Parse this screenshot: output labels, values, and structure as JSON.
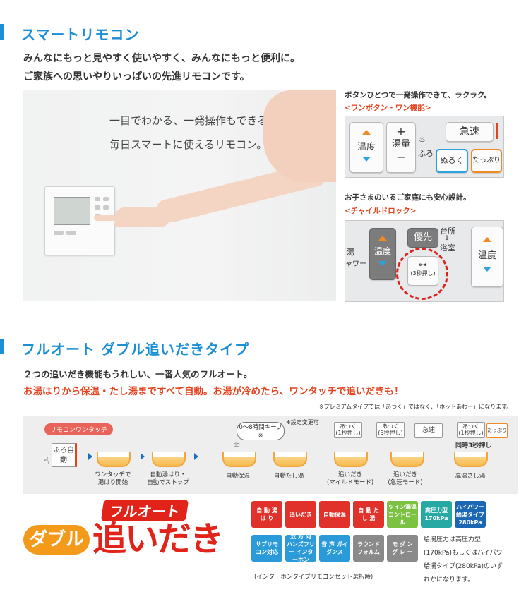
{
  "section1": {
    "title": "スマートリモコン",
    "lead_line1": "みんなにもっと見やすく使いやすく、みんなにもっと便利に。",
    "lead_line2": "ご家族への思いやりいっぱいの先進リモコンです。",
    "photo_text1": "一目でわかる、一発操作もできる。",
    "photo_text2": "毎日スマートに使えるリモコン。",
    "feature1": {
      "desc": "ボタンひとつで一発操作できて、ラクラク。",
      "name": "<ワンボタン・ワン機能>",
      "keys": {
        "temp": "温度",
        "volume": "湯量",
        "plus": "+",
        "minus": "−",
        "furo": "ふろ",
        "kyusoku": "急速",
        "nuruku": "ぬるく",
        "tappuri": "たっぷり"
      }
    },
    "feature2": {
      "desc": "お子さまのいるご家庭にも安心設計。",
      "name": "<チャイルドロック>",
      "keys": {
        "temp_left": "温度",
        "priority": "優先",
        "kitchen": "台所",
        "bath": "浴室",
        "lock_label": "(3秒押し)",
        "temp_right": "温度",
        "yu": "湯",
        "shower": "ャワー"
      }
    }
  },
  "section2": {
    "title": "フルオート ダブル追いだきタイプ",
    "lead_line1": "２つの追いだき機能もうれしい、一番人気のフルオート。",
    "lead_line2": "お湯はりから保温・たし湯まですべて自動。お湯が冷めたら、ワンタッチで追いだきも！",
    "note": "※プレミアムタイプでは「あつく」ではなく、「ホットあわー」になります。",
    "flow": {
      "remote_touch": "リモコンワンタッチ",
      "furo_auto": "ふろ自動",
      "keep_hours": "0〜8時間キープ※",
      "setting_note": "※設定変更可",
      "steps": [
        {
          "line1": "ワンタッチで",
          "line2": "湯はり開始"
        },
        {
          "line1": "自動湯はり・",
          "line2": "自動でストップ"
        },
        {
          "line1": "自動保温",
          "line2": ""
        },
        {
          "line1": "自動たし湯",
          "line2": ""
        },
        {
          "line1": "追いだき",
          "line2": "(マイルドモード)"
        },
        {
          "line1": "追いだき",
          "line2": "(急速モード)"
        },
        {
          "line1": "高温さし湯",
          "line2": ""
        }
      ],
      "atsuku1_line1": "あつく",
      "atsuku1_line2": "(1秒押し)",
      "atsuku2_line1": "あつく",
      "atsuku2_line2": "(3秒押し)",
      "kyusoku": "急速",
      "atsuku3_line1": "あつく",
      "atsuku3_line2": "(1秒押し)",
      "tappuri": "たっぷり",
      "simul": "同時3秒押し"
    },
    "logo": {
      "top": "フルオート",
      "left": "ダブル",
      "main": "追いだき"
    },
    "badges_row1": [
      {
        "label": "自 動 湯 は り",
        "color": "#e0312a"
      },
      {
        "label": "追いだき",
        "color": "#e0312a"
      },
      {
        "label": "自動保温",
        "color": "#e0312a"
      },
      {
        "label": "自 動 た し 湯",
        "color": "#e0312a"
      },
      {
        "label": "ツイン湯温 コントロール",
        "color": "#7cc242"
      },
      {
        "label": "高圧力型 170kPa",
        "color": "#25a9a2"
      },
      {
        "label": "ハイパワー 給湯タイプ 280kPa",
        "color": "#1b67b3"
      }
    ],
    "badges_row2": [
      {
        "label": "サブリモ コン対応",
        "color": "#2a9ad8"
      },
      {
        "label": "双 方 向 ハンズフリー インターホン",
        "color": "#2a9ad8"
      },
      {
        "label": "音 声 ガイダンス",
        "color": "#2a9ad8"
      },
      {
        "label": "ラウンド フォルム",
        "color": "#8a8a8a"
      },
      {
        "label": "モ ダ ン グ レ ー",
        "color": "#8a8a8a"
      }
    ],
    "intercom_note": "(インターホンタイプリモコンセット選択時)",
    "pressure_note": [
      "給湯圧力は高圧力型",
      "(170kPa)もしくはハイパワー",
      "給湯タイプ(280kPa)のいず",
      "れかになります。"
    ]
  }
}
